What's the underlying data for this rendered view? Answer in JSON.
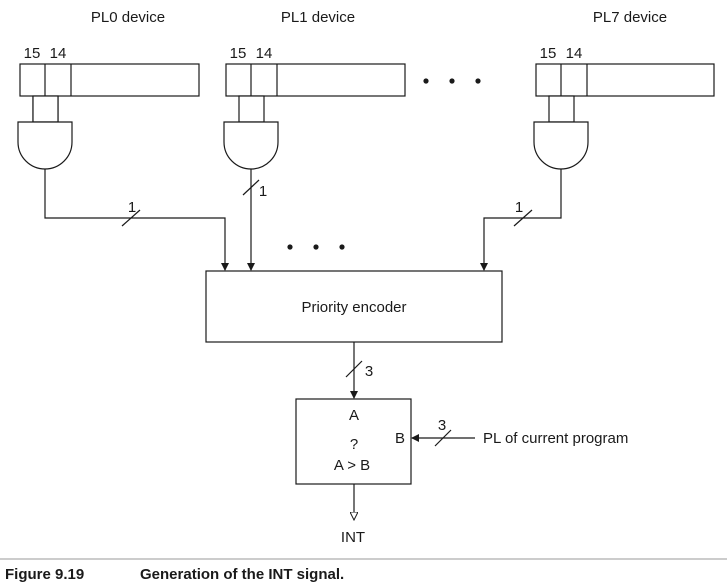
{
  "devices": [
    {
      "title": "PL0 device",
      "bit_hi": "15",
      "bit_lo": "14",
      "bus_width": "1"
    },
    {
      "title": "PL1 device",
      "bit_hi": "15",
      "bit_lo": "14",
      "bus_width": "1"
    },
    {
      "title": "PL7 device",
      "bit_hi": "15",
      "bit_lo": "14",
      "bus_width": "1"
    }
  ],
  "encoder": {
    "label": "Priority encoder",
    "out_width": "3"
  },
  "comparator": {
    "a_label": "A",
    "b_label": "B",
    "question": "?",
    "condition": "A > B",
    "b_width": "3",
    "b_source": "PL of current program",
    "output": "INT"
  },
  "caption": {
    "number": "Figure 9.19",
    "text": "Generation of the INT signal."
  },
  "colors": {
    "ink": "#1a1a1a",
    "background": "#ffffff"
  }
}
